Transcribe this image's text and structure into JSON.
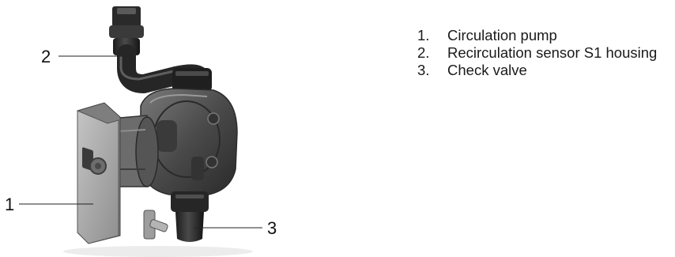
{
  "callouts": [
    {
      "number": "1",
      "target": "circulation-pump"
    },
    {
      "number": "2",
      "target": "recirculation-sensor-housing"
    },
    {
      "number": "3",
      "target": "check-valve"
    }
  ],
  "legend": {
    "items": [
      {
        "number": "1.",
        "label": "Circulation pump"
      },
      {
        "number": "2.",
        "label": "Recirculation sensor S1 housing"
      },
      {
        "number": "3.",
        "label": "Check valve"
      }
    ]
  }
}
